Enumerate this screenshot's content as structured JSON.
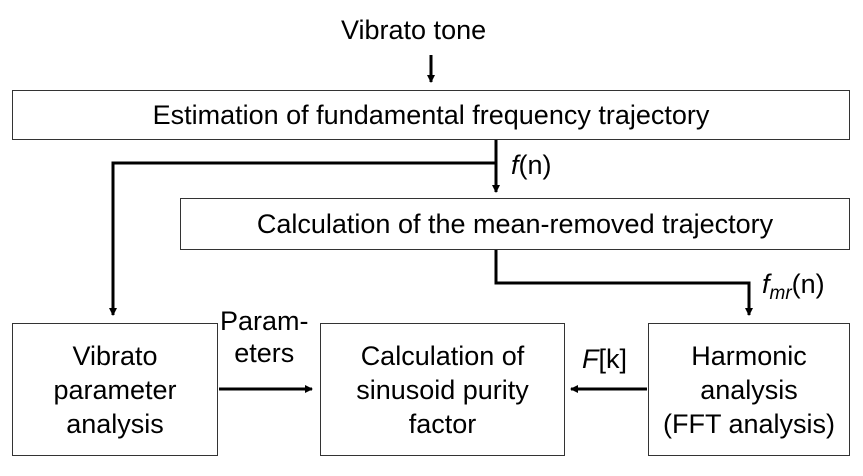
{
  "input_label": "Vibrato tone",
  "boxes": {
    "estimation": "Estimation of fundamental frequency trajectory",
    "mean_removed": "Calculation of the mean-removed trajectory",
    "vibrato_analysis": [
      "Vibrato",
      "parameter",
      "analysis"
    ],
    "purity": [
      "Calculation of",
      "sinusoid purity",
      "factor"
    ],
    "harmonic": [
      "Harmonic",
      "analysis",
      "(FFT analysis)"
    ]
  },
  "edge_labels": {
    "f_n": {
      "var": "f",
      "arg": "(n)"
    },
    "f_mr_n": {
      "var": "f",
      "sub": "mr",
      "arg": "(n)"
    },
    "F_k": {
      "var": "F",
      "arg": "[k]"
    },
    "parameters": [
      "Param-",
      "eters"
    ]
  }
}
